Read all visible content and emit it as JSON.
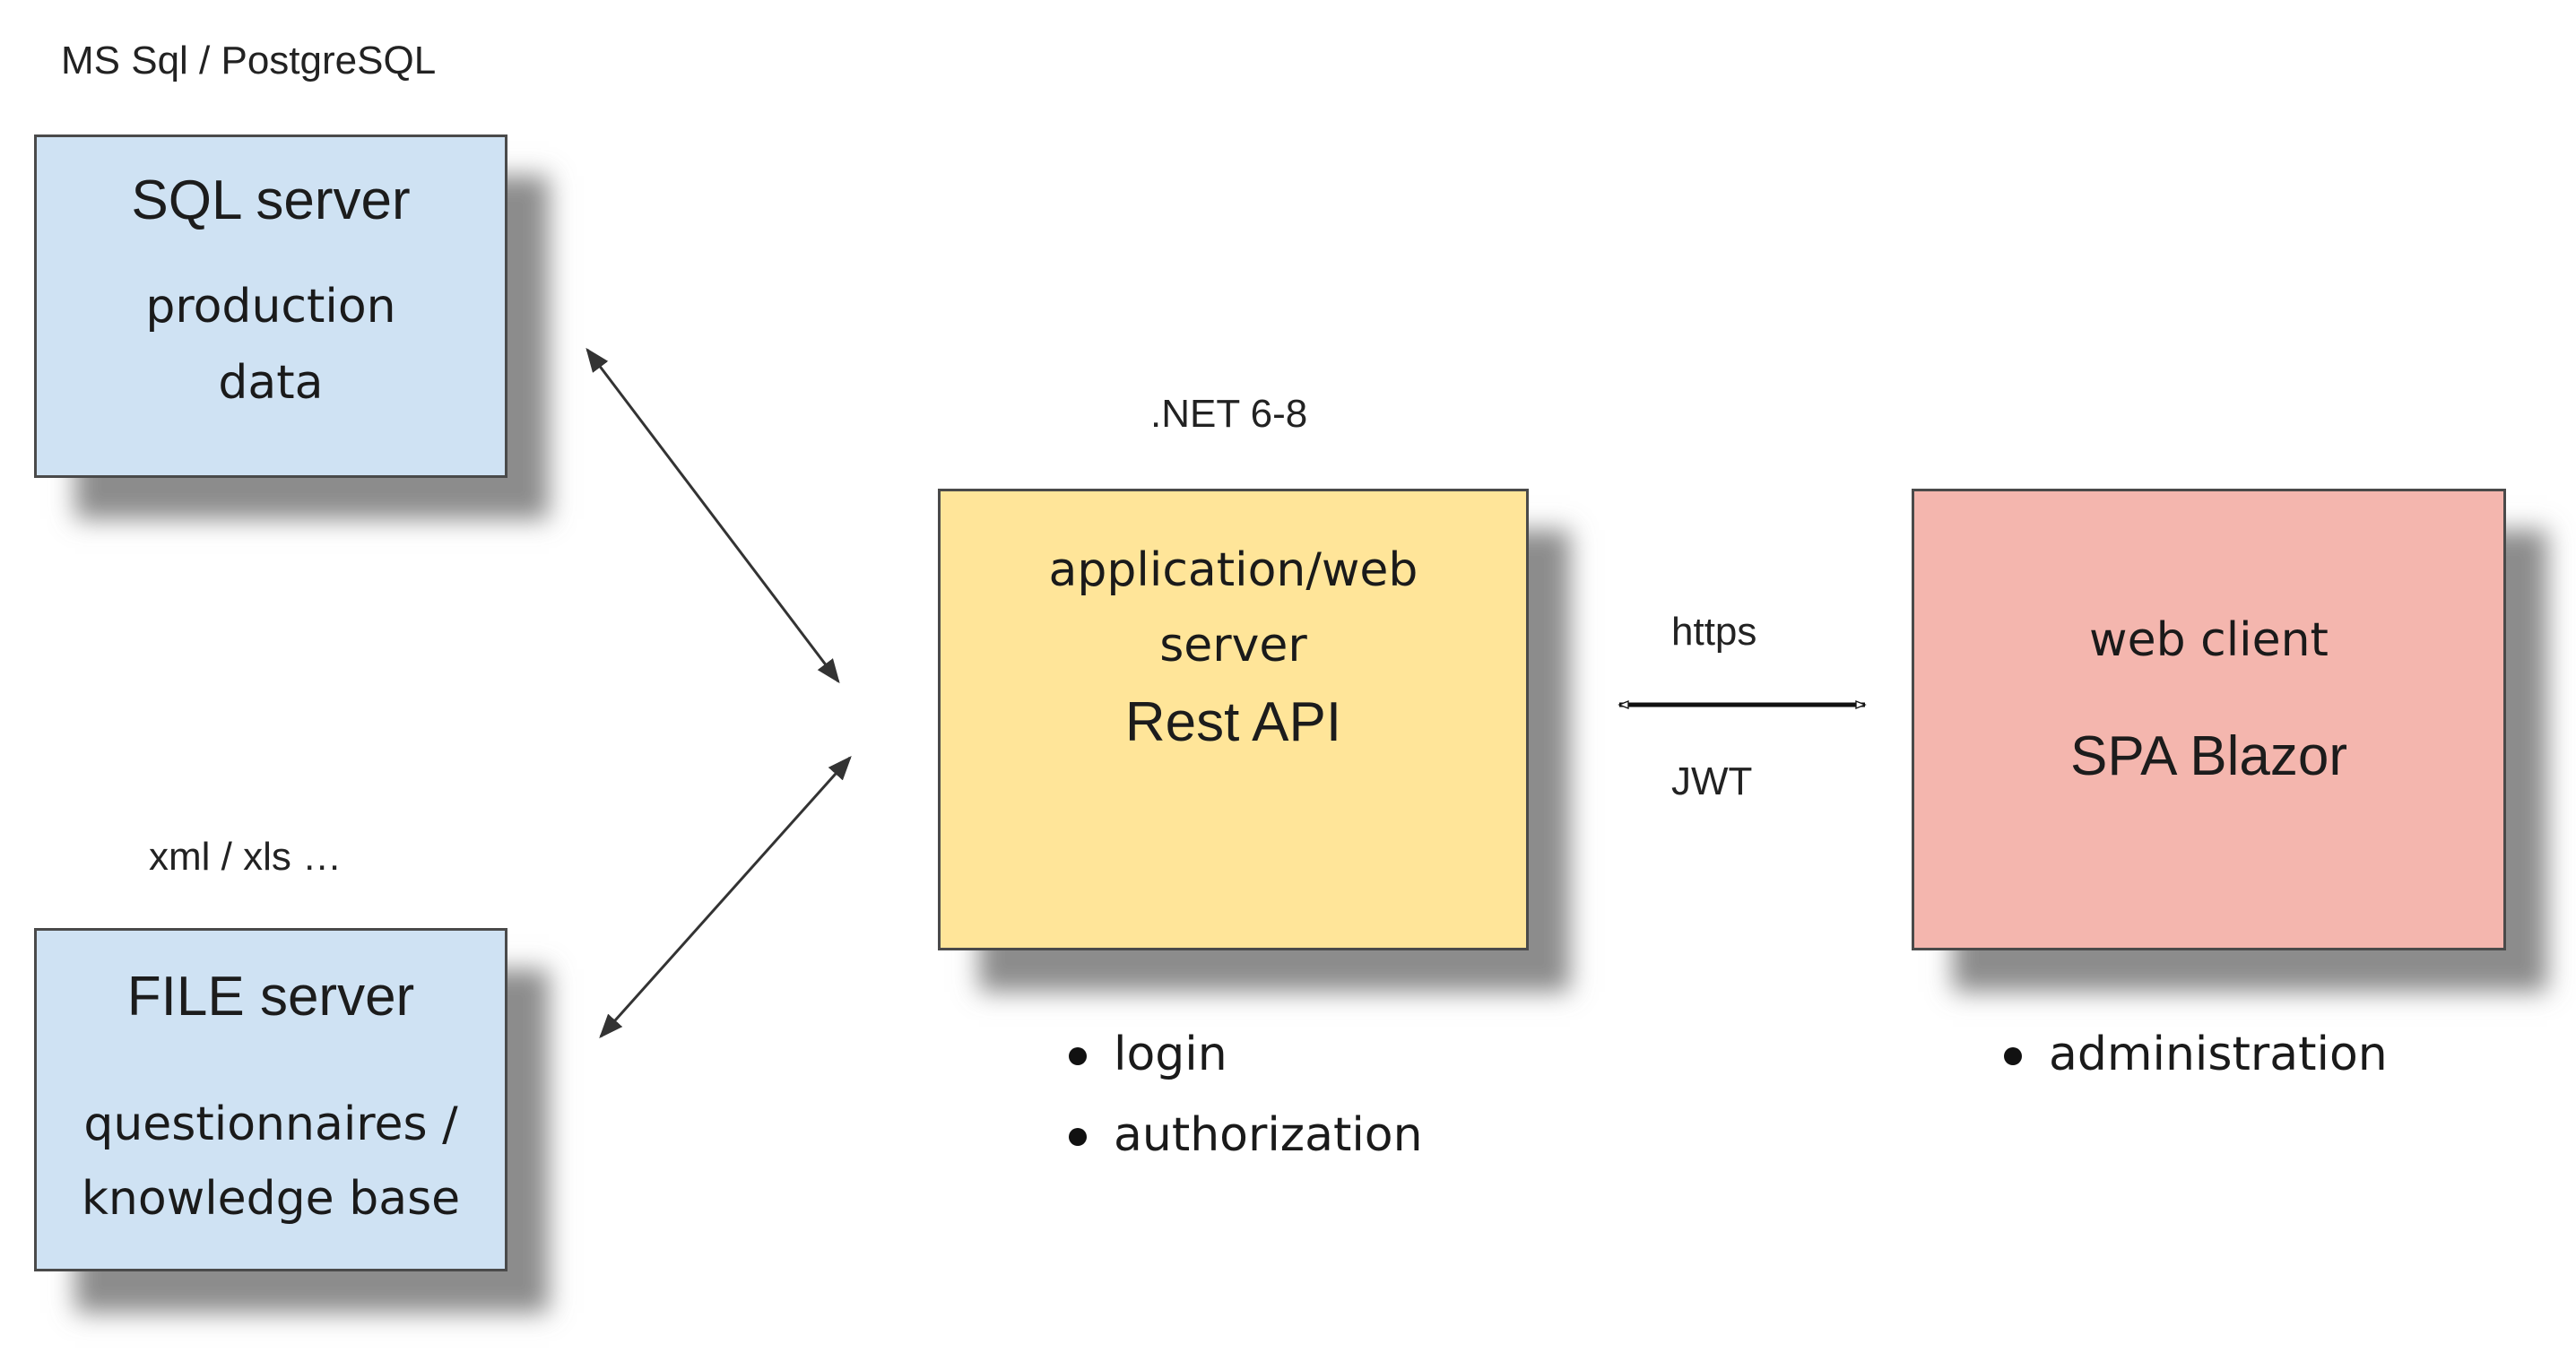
{
  "sql_box": {
    "caption": "MS Sql / PostgreSQL",
    "title": "SQL server",
    "line1": "production",
    "line2": "data"
  },
  "file_box": {
    "caption": "xml / xls …",
    "title": "FILE server",
    "line1": "questionnaires /",
    "line2": "knowledge base"
  },
  "app_box": {
    "caption": ".NET 6-8",
    "line1": "application/web",
    "line2": "server",
    "line3": "Rest API",
    "bullets": [
      "login",
      "authorization"
    ]
  },
  "web_box": {
    "line1": "web client",
    "line2": "SPA Blazor",
    "bullets": [
      "administration"
    ]
  },
  "connection": {
    "top_label": "https",
    "bottom_label": "JWT"
  },
  "colors": {
    "db_box_fill": "#cfe2f3",
    "server_box_fill": "#ffe599",
    "client_box_fill": "#f4b6ae",
    "border": "#4a4a4a",
    "shadow": "#5f5f5f"
  }
}
